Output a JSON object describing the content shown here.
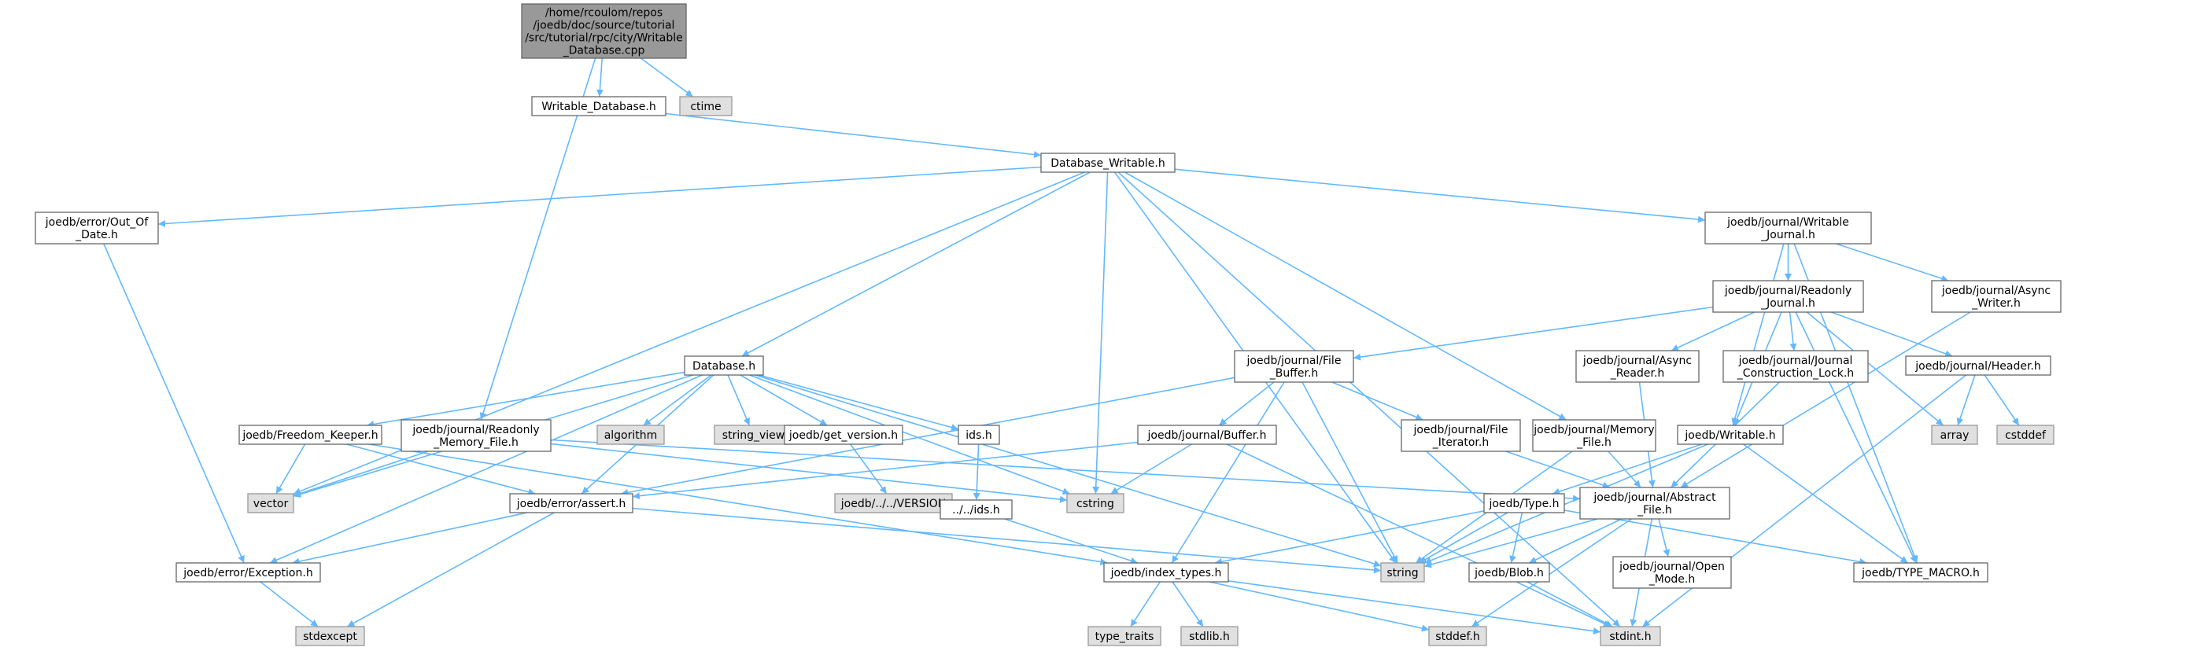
{
  "colors": {
    "edge": "#63b8ff",
    "node_fill": "#ffffff",
    "node_stroke": "#666666",
    "system_fill": "#e0e0e0",
    "system_stroke": "#999999",
    "root_fill": "#999999",
    "root_stroke": "#666666"
  },
  "nodes": [
    {
      "id": "root",
      "label": [
        "/home/rcoulom/repos",
        "/joedb/doc/source/tutorial",
        "/src/tutorial/rpc/city/Writable",
        "_Database.cpp"
      ],
      "kind": "root"
    },
    {
      "id": "writable_database_h",
      "label": [
        "Writable_Database.h"
      ],
      "kind": "file"
    },
    {
      "id": "ctime",
      "label": [
        "ctime"
      ],
      "kind": "system"
    },
    {
      "id": "database_writable_h",
      "label": [
        "Database_Writable.h"
      ],
      "kind": "file"
    },
    {
      "id": "out_of_date_h",
      "label": [
        "joedb/error/Out_Of",
        "_Date.h"
      ],
      "kind": "file"
    },
    {
      "id": "writable_journal_h",
      "label": [
        "joedb/journal/Writable",
        "_Journal.h"
      ],
      "kind": "file"
    },
    {
      "id": "readonly_journal_h",
      "label": [
        "joedb/journal/Readonly",
        "_Journal.h"
      ],
      "kind": "file"
    },
    {
      "id": "async_writer_h",
      "label": [
        "joedb/journal/Async",
        "_Writer.h"
      ],
      "kind": "file"
    },
    {
      "id": "database_h",
      "label": [
        "Database.h"
      ],
      "kind": "file"
    },
    {
      "id": "file_buffer_h",
      "label": [
        "joedb/journal/File",
        "_Buffer.h"
      ],
      "kind": "file"
    },
    {
      "id": "async_reader_h",
      "label": [
        "joedb/journal/Async",
        "_Reader.h"
      ],
      "kind": "file"
    },
    {
      "id": "construction_lock_h",
      "label": [
        "joedb/journal/Journal",
        "_Construction_Lock.h"
      ],
      "kind": "file"
    },
    {
      "id": "header_h",
      "label": [
        "joedb/journal/Header.h"
      ],
      "kind": "file"
    },
    {
      "id": "array",
      "label": [
        "array"
      ],
      "kind": "system"
    },
    {
      "id": "cstddef",
      "label": [
        "cstddef"
      ],
      "kind": "system"
    },
    {
      "id": "freedom_keeper_h",
      "label": [
        "joedb/Freedom_Keeper.h"
      ],
      "kind": "file"
    },
    {
      "id": "readonly_memory_file_h",
      "label": [
        "joedb/journal/Readonly",
        "_Memory_File.h"
      ],
      "kind": "file"
    },
    {
      "id": "algorithm",
      "label": [
        "algorithm"
      ],
      "kind": "system"
    },
    {
      "id": "string_view",
      "label": [
        "string_view"
      ],
      "kind": "system"
    },
    {
      "id": "get_version_h",
      "label": [
        "joedb/get_version.h"
      ],
      "kind": "file"
    },
    {
      "id": "ids_h",
      "label": [
        "ids.h"
      ],
      "kind": "file"
    },
    {
      "id": "buffer_h",
      "label": [
        "joedb/journal/Buffer.h"
      ],
      "kind": "file"
    },
    {
      "id": "file_iterator_h",
      "label": [
        "joedb/journal/File",
        "_Iterator.h"
      ],
      "kind": "file"
    },
    {
      "id": "memory_file_h",
      "label": [
        "joedb/journal/Memory",
        "_File.h"
      ],
      "kind": "file"
    },
    {
      "id": "writable_h",
      "label": [
        "joedb/Writable.h"
      ],
      "kind": "file"
    },
    {
      "id": "vector",
      "label": [
        "vector"
      ],
      "kind": "system"
    },
    {
      "id": "assert_h",
      "label": [
        "joedb/error/assert.h"
      ],
      "kind": "file"
    },
    {
      "id": "cstring",
      "label": [
        "cstring"
      ],
      "kind": "system"
    },
    {
      "id": "version",
      "label": [
        "joedb/../../VERSION"
      ],
      "kind": "system"
    },
    {
      "id": "dotdot_ids_h",
      "label": [
        "../../ids.h"
      ],
      "kind": "file"
    },
    {
      "id": "type_h",
      "label": [
        "joedb/Type.h"
      ],
      "kind": "file"
    },
    {
      "id": "abstract_file_h",
      "label": [
        "joedb/journal/Abstract",
        "_File.h"
      ],
      "kind": "file"
    },
    {
      "id": "exception_h",
      "label": [
        "joedb/error/Exception.h"
      ],
      "kind": "file"
    },
    {
      "id": "index_types_h",
      "label": [
        "joedb/index_types.h"
      ],
      "kind": "file"
    },
    {
      "id": "string",
      "label": [
        "string"
      ],
      "kind": "system"
    },
    {
      "id": "blob_h",
      "label": [
        "joedb/Blob.h"
      ],
      "kind": "file"
    },
    {
      "id": "open_mode_h",
      "label": [
        "joedb/journal/Open",
        "_Mode.h"
      ],
      "kind": "file"
    },
    {
      "id": "type_macro_h",
      "label": [
        "joedb/TYPE_MACRO.h"
      ],
      "kind": "file"
    },
    {
      "id": "stdexcept",
      "label": [
        "stdexcept"
      ],
      "kind": "system"
    },
    {
      "id": "type_traits",
      "label": [
        "type_traits"
      ],
      "kind": "system"
    },
    {
      "id": "stdlib_h",
      "label": [
        "stdlib.h"
      ],
      "kind": "system"
    },
    {
      "id": "stddef_h",
      "label": [
        "stddef.h"
      ],
      "kind": "system"
    },
    {
      "id": "stdint_h",
      "label": [
        "stdint.h"
      ],
      "kind": "system"
    }
  ],
  "edges": [
    [
      "root",
      "writable_database_h"
    ],
    [
      "root",
      "ctime"
    ],
    [
      "root",
      "readonly_memory_file_h"
    ],
    [
      "writable_database_h",
      "database_writable_h"
    ],
    [
      "database_writable_h",
      "out_of_date_h"
    ],
    [
      "database_writable_h",
      "database_h"
    ],
    [
      "database_writable_h",
      "vector"
    ],
    [
      "database_writable_h",
      "cstring"
    ],
    [
      "database_writable_h",
      "string"
    ],
    [
      "database_writable_h",
      "memory_file_h"
    ],
    [
      "database_writable_h",
      "writable_journal_h"
    ],
    [
      "database_writable_h",
      "stdint_h"
    ],
    [
      "out_of_date_h",
      "exception_h"
    ],
    [
      "writable_journal_h",
      "readonly_journal_h"
    ],
    [
      "writable_journal_h",
      "async_writer_h"
    ],
    [
      "writable_journal_h",
      "writable_h"
    ],
    [
      "writable_journal_h",
      "type_macro_h"
    ],
    [
      "readonly_journal_h",
      "file_buffer_h"
    ],
    [
      "readonly_journal_h",
      "async_reader_h"
    ],
    [
      "readonly_journal_h",
      "construction_lock_h"
    ],
    [
      "readonly_journal_h",
      "header_h"
    ],
    [
      "readonly_journal_h",
      "array"
    ],
    [
      "readonly_journal_h",
      "writable_h"
    ],
    [
      "readonly_journal_h",
      "type_macro_h"
    ],
    [
      "async_writer_h",
      "abstract_file_h"
    ],
    [
      "async_reader_h",
      "abstract_file_h"
    ],
    [
      "construction_lock_h",
      "abstract_file_h"
    ],
    [
      "header_h",
      "array"
    ],
    [
      "header_h",
      "cstddef"
    ],
    [
      "header_h",
      "stdint_h"
    ],
    [
      "database_h",
      "freedom_keeper_h"
    ],
    [
      "database_h",
      "algorithm"
    ],
    [
      "database_h",
      "string_view"
    ],
    [
      "database_h",
      "get_version_h"
    ],
    [
      "database_h",
      "ids_h"
    ],
    [
      "database_h",
      "vector"
    ],
    [
      "database_h",
      "assert_h"
    ],
    [
      "database_h",
      "cstring"
    ],
    [
      "database_h",
      "exception_h"
    ],
    [
      "database_h",
      "string"
    ],
    [
      "freedom_keeper_h",
      "vector"
    ],
    [
      "freedom_keeper_h",
      "assert_h"
    ],
    [
      "freedom_keeper_h",
      "index_types_h"
    ],
    [
      "readonly_memory_file_h",
      "vector"
    ],
    [
      "readonly_memory_file_h",
      "cstring"
    ],
    [
      "readonly_memory_file_h",
      "abstract_file_h"
    ],
    [
      "get_version_h",
      "version"
    ],
    [
      "ids_h",
      "dotdot_ids_h"
    ],
    [
      "dotdot_ids_h",
      "index_types_h"
    ],
    [
      "file_buffer_h",
      "buffer_h"
    ],
    [
      "file_buffer_h",
      "file_iterator_h"
    ],
    [
      "file_buffer_h",
      "assert_h"
    ],
    [
      "file_buffer_h",
      "string"
    ],
    [
      "file_buffer_h",
      "index_types_h"
    ],
    [
      "buffer_h",
      "assert_h"
    ],
    [
      "buffer_h",
      "cstring"
    ],
    [
      "buffer_h",
      "stdint_h"
    ],
    [
      "file_iterator_h",
      "abstract_file_h"
    ],
    [
      "memory_file_h",
      "abstract_file_h"
    ],
    [
      "memory_file_h",
      "string"
    ],
    [
      "writable_h",
      "type_h"
    ],
    [
      "writable_h",
      "string"
    ],
    [
      "writable_h",
      "type_macro_h"
    ],
    [
      "assert_h",
      "exception_h"
    ],
    [
      "assert_h",
      "string"
    ],
    [
      "assert_h",
      "stdexcept"
    ],
    [
      "exception_h",
      "stdexcept"
    ],
    [
      "type_h",
      "index_types_h"
    ],
    [
      "type_h",
      "string"
    ],
    [
      "type_h",
      "blob_h"
    ],
    [
      "type_h",
      "type_macro_h"
    ],
    [
      "abstract_file_h",
      "string"
    ],
    [
      "abstract_file_h",
      "blob_h"
    ],
    [
      "abstract_file_h",
      "open_mode_h"
    ],
    [
      "abstract_file_h",
      "stddef_h"
    ],
    [
      "abstract_file_h",
      "stdint_h"
    ],
    [
      "index_types_h",
      "type_traits"
    ],
    [
      "index_types_h",
      "stdlib_h"
    ],
    [
      "index_types_h",
      "stddef_h"
    ],
    [
      "index_types_h",
      "stdint_h"
    ],
    [
      "blob_h",
      "stdint_h"
    ]
  ]
}
